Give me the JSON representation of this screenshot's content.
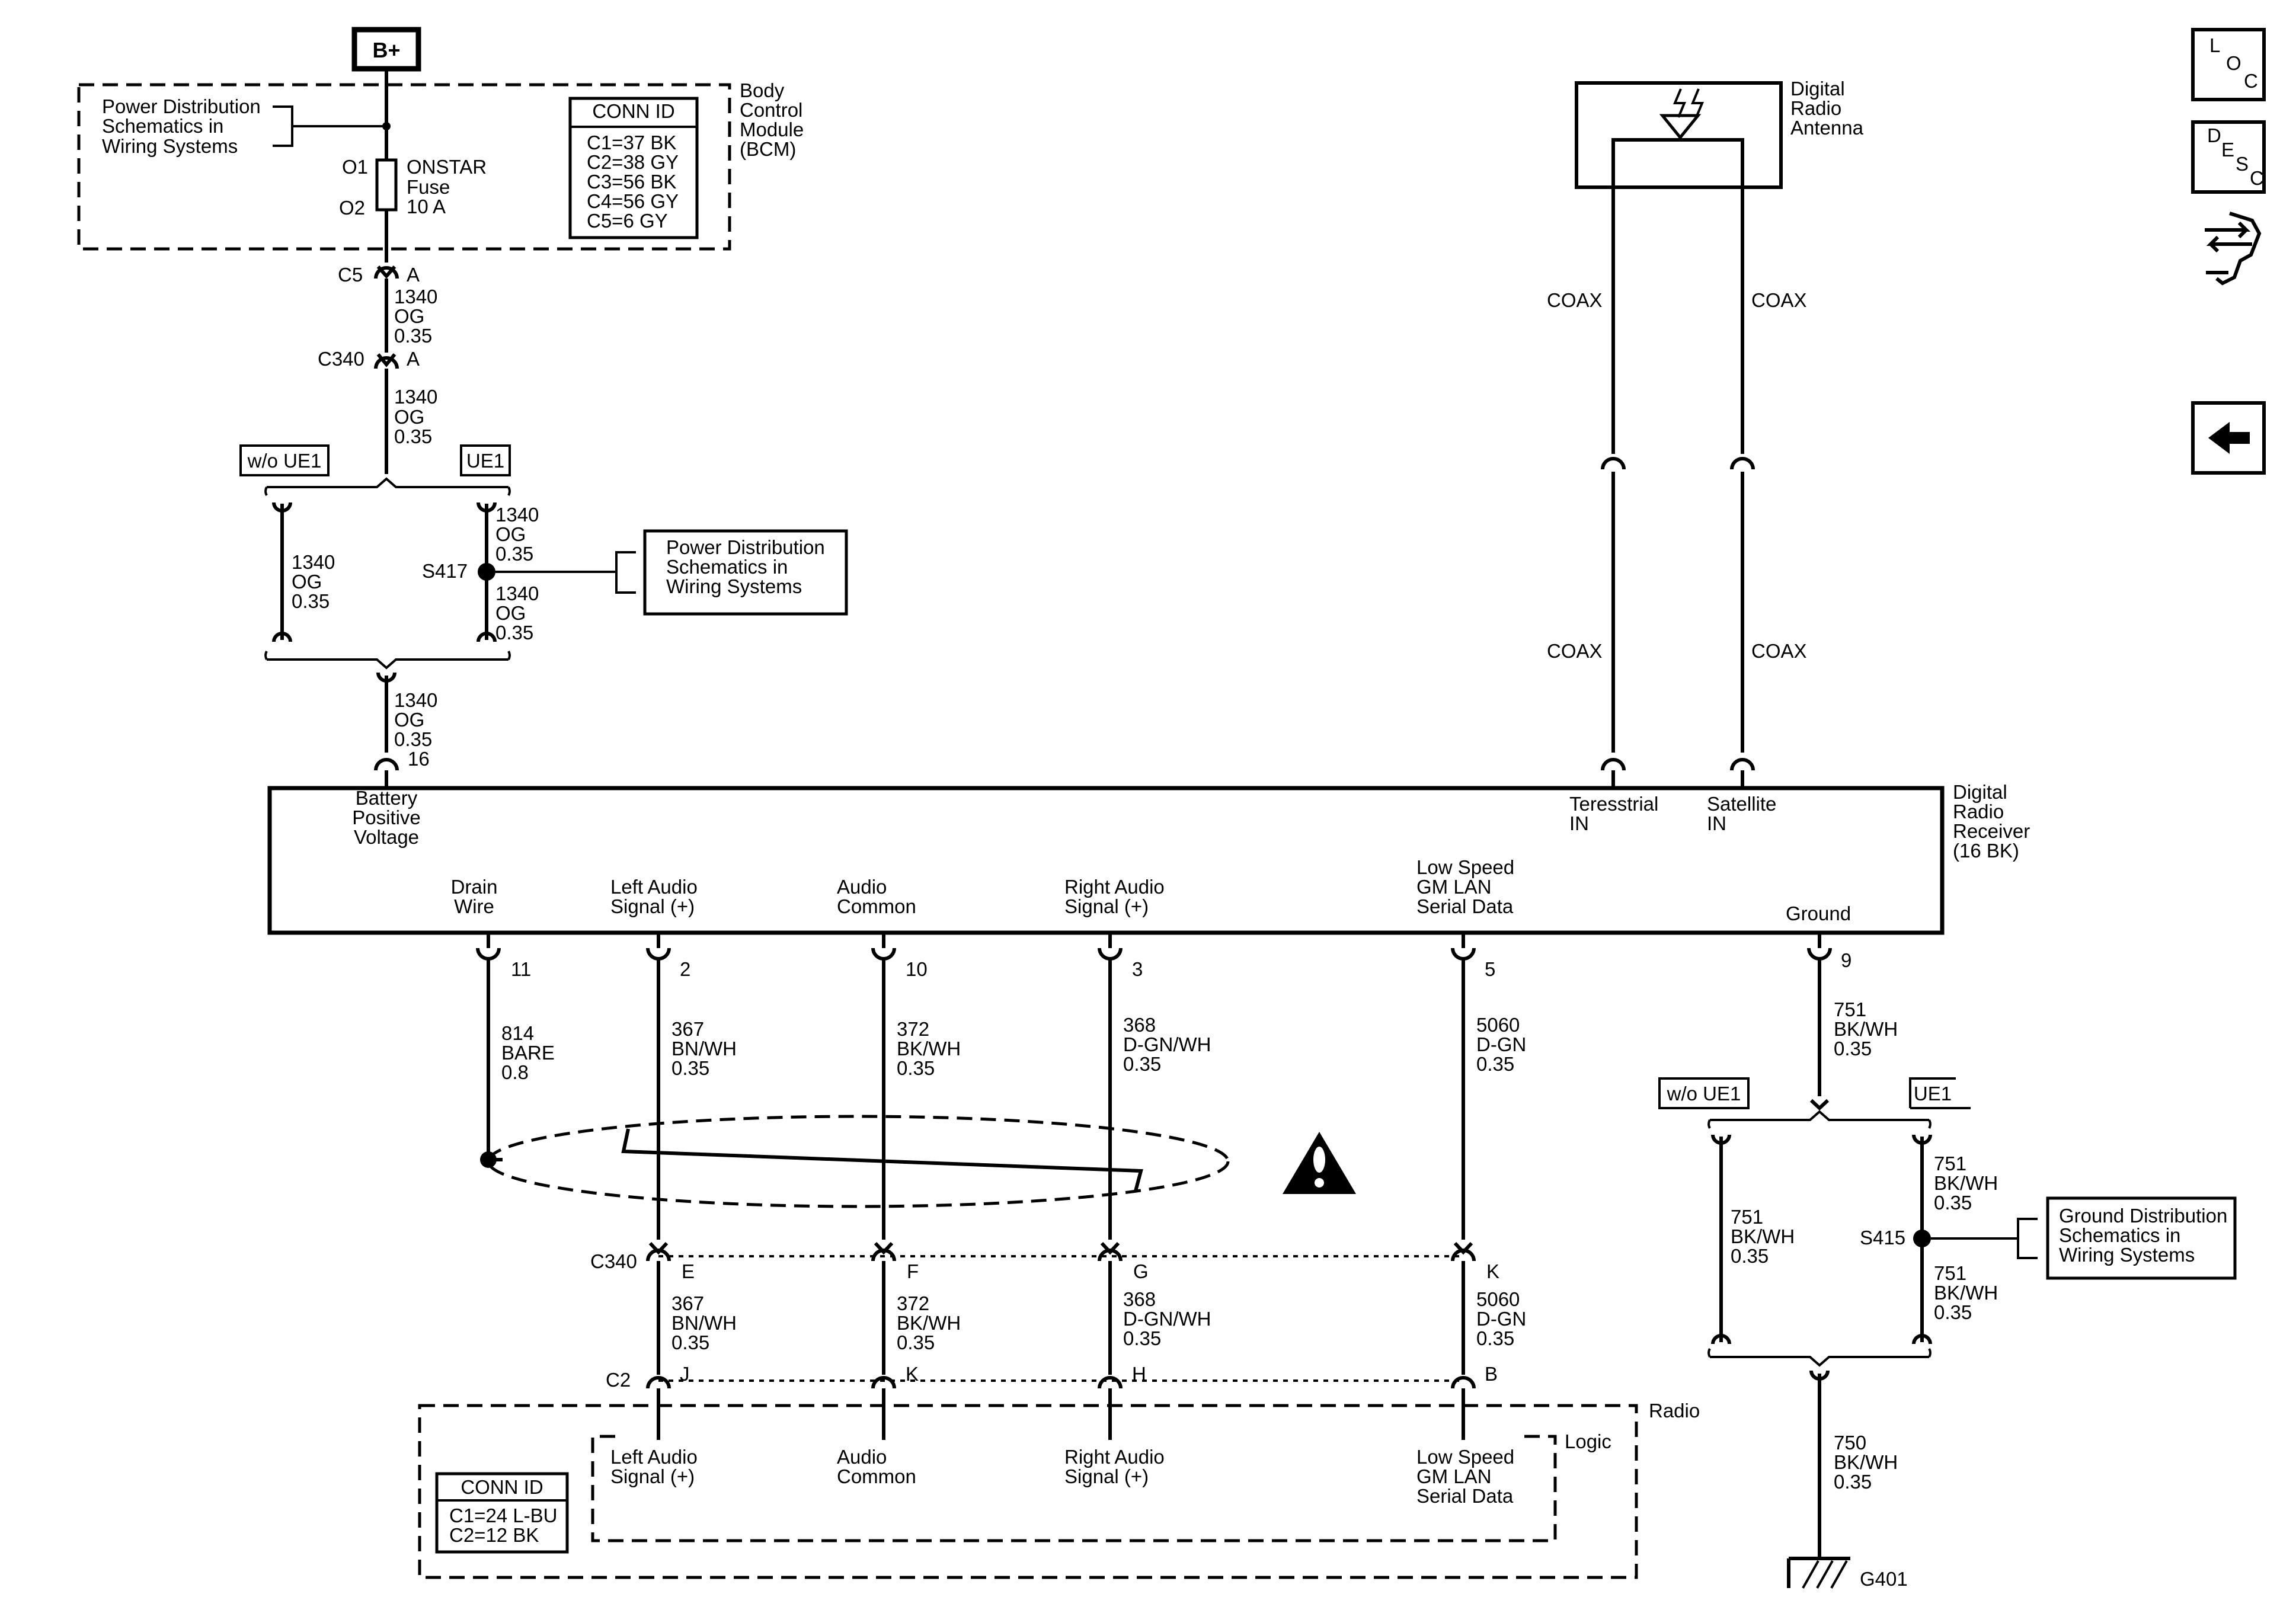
{
  "battery": "B+",
  "bcm": {
    "title": [
      "Body",
      "Control",
      "Module",
      "(BCM)"
    ],
    "power_ref": [
      "Power Distribution",
      "Schematics in",
      "Wiring Systems"
    ],
    "fuse": [
      "ONSTAR",
      "Fuse",
      "10 A"
    ],
    "fuse_pin_top": "O1",
    "fuse_pin_bottom": "O2",
    "conn_title": "CONN ID",
    "conn_lines": [
      "C1=37 BK",
      "C2=38 GY",
      "C3=56 BK",
      "C4=56 GY",
      "C5=6 GY"
    ]
  },
  "power_circuit": {
    "c5": "C5",
    "c5_pin": "A",
    "wire1": [
      "1340",
      "OG",
      "0.35"
    ],
    "c340": "C340",
    "c340_pin": "A",
    "wire2": [
      "1340",
      "OG",
      "0.35"
    ],
    "option_left": "w/o UE1",
    "option_right": "UE1",
    "wire_left": [
      "1340",
      "OG",
      "0.35"
    ],
    "wire_right_top": [
      "1340",
      "OG",
      "0.35"
    ],
    "wire_right_bottom": [
      "1340",
      "OG",
      "0.35"
    ],
    "splice": "S417",
    "splice_ref": [
      "Power Distribution",
      "Schematics in",
      "Wiring Systems"
    ],
    "wire3": [
      "1340",
      "OG",
      "0.35"
    ],
    "pin": "16"
  },
  "antenna": {
    "title": [
      "Digital",
      "Radio",
      "Antenna"
    ],
    "coax_lt": "COAX",
    "coax_rt": "COAX",
    "coax_lb": "COAX",
    "coax_rb": "COAX"
  },
  "receiver": {
    "title": [
      "Digital",
      "Radio",
      "Receiver",
      "(16 BK)"
    ],
    "battery_label": [
      "Battery",
      "Positive",
      "Voltage"
    ],
    "terr": [
      "Teresstrial",
      "IN"
    ],
    "sat": [
      "Satellite",
      "IN"
    ],
    "drain": [
      "Drain",
      "Wire"
    ],
    "left_audio": [
      "Left Audio",
      "Signal (+)"
    ],
    "audio_common": [
      "Audio",
      "Common"
    ],
    "right_audio": [
      "Right Audio",
      "Signal (+)"
    ],
    "lan": [
      "Low Speed",
      "GM LAN",
      "Serial Data"
    ],
    "ground": "Ground"
  },
  "pins": {
    "drain": "11",
    "left": "2",
    "common": "10",
    "right": "3",
    "lan": "5",
    "ground": "9"
  },
  "wires_upper": {
    "drain": [
      "814",
      "BARE",
      "0.8"
    ],
    "left": [
      "367",
      "BN/WH",
      "0.35"
    ],
    "common": [
      "372",
      "BK/WH",
      "0.35"
    ],
    "right": [
      "368",
      "D-GN/WH",
      "0.35"
    ],
    "lan": [
      "5060",
      "D-GN",
      "0.35"
    ]
  },
  "c340_row": {
    "label": "C340",
    "pins": [
      "E",
      "F",
      "G",
      "K"
    ]
  },
  "wires_lower": {
    "left": [
      "367",
      "BN/WH",
      "0.35"
    ],
    "common": [
      "372",
      "BK/WH",
      "0.35"
    ],
    "right": [
      "368",
      "D-GN/WH",
      "0.35"
    ],
    "lan": [
      "5060",
      "D-GN",
      "0.35"
    ]
  },
  "c2_row": {
    "label": "C2",
    "pins": [
      "J",
      "K",
      "H",
      "B"
    ]
  },
  "radio": {
    "title": "Radio",
    "logic": "Logic",
    "left_audio": [
      "Left Audio",
      "Signal (+)"
    ],
    "audio_common": [
      "Audio",
      "Common"
    ],
    "right_audio": [
      "Right Audio",
      "Signal (+)"
    ],
    "lan": [
      "Low Speed",
      "GM LAN",
      "Serial Data"
    ],
    "conn_title": "CONN ID",
    "conn_lines": [
      "C1=24 L-BU",
      "C2=12 BK"
    ]
  },
  "ground_circuit": {
    "wire1": [
      "751",
      "BK/WH",
      "0.35"
    ],
    "option_left": "w/o UE1",
    "option_right": "UE1",
    "wire_left": [
      "751",
      "BK/WH",
      "0.35"
    ],
    "wire_right_top": [
      "751",
      "BK/WH",
      "0.35"
    ],
    "wire_right_bottom": [
      "751",
      "BK/WH",
      "0.35"
    ],
    "splice": "S415",
    "splice_ref": [
      "Ground Distribution",
      "Schematics in",
      "Wiring Systems"
    ],
    "wire_final": [
      "750",
      "BK/WH",
      "0.35"
    ],
    "ground_point": "G401"
  },
  "side_icons": {
    "loc": [
      "L",
      "O",
      "C"
    ],
    "desc": [
      "D",
      "E",
      "S",
      "C"
    ]
  }
}
